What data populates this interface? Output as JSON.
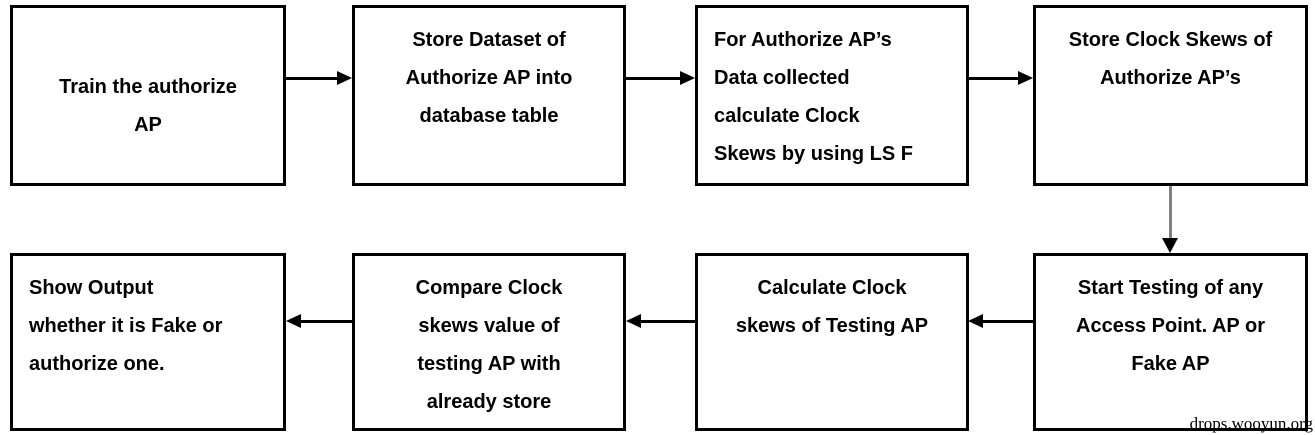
{
  "diagram": {
    "watermark": "drops.wooyun.org",
    "colors": {
      "background": "#ffffff",
      "box_fill": "#ffffff",
      "box_border": "#000000",
      "arrow": "#000000",
      "down_connector_line": "#808080",
      "text": "#000000"
    },
    "nodes": [
      {
        "id": "train-authorize-ap",
        "label": "Train the authorize\nAP"
      },
      {
        "id": "store-dataset",
        "label": "Store Dataset of\nAuthorize AP into\ndatabase table"
      },
      {
        "id": "calculate-clock-skews-lsf",
        "label": "For Authorize AP’s\nData collected\ncalculate Clock\nSkews by using LS F"
      },
      {
        "id": "store-clock-skews",
        "label": "Store Clock Skews of\nAuthorize AP’s"
      },
      {
        "id": "start-testing-any-ap",
        "label": "Start Testing of any\nAccess Point. AP or\nFake AP"
      },
      {
        "id": "calculate-testing-ap-skews",
        "label": "Calculate Clock\nskews of Testing AP"
      },
      {
        "id": "compare-clock-skews",
        "label": "Compare Clock\nskews value of\ntesting AP with\nalready store"
      },
      {
        "id": "show-output",
        "label": "Show Output\nwhether it is Fake or\nauthorize one."
      }
    ],
    "edges": [
      {
        "from": "train-authorize-ap",
        "to": "store-dataset",
        "direction": "right"
      },
      {
        "from": "store-dataset",
        "to": "calculate-clock-skews-lsf",
        "direction": "right"
      },
      {
        "from": "calculate-clock-skews-lsf",
        "to": "store-clock-skews",
        "direction": "right"
      },
      {
        "from": "store-clock-skews",
        "to": "start-testing-any-ap",
        "direction": "down"
      },
      {
        "from": "start-testing-any-ap",
        "to": "calculate-testing-ap-skews",
        "direction": "left"
      },
      {
        "from": "calculate-testing-ap-skews",
        "to": "compare-clock-skews",
        "direction": "left"
      },
      {
        "from": "compare-clock-skews",
        "to": "show-output",
        "direction": "left"
      }
    ]
  }
}
